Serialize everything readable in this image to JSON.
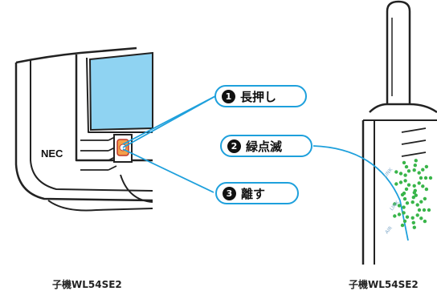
{
  "steps": [
    {
      "num": "1",
      "label": "長押し"
    },
    {
      "num": "2",
      "label": "緑点滅"
    },
    {
      "num": "3",
      "label": "離す"
    }
  ],
  "device_logo": "NEC",
  "captions": {
    "left": "子機WL54SE2",
    "right": "子機WL54SE2"
  },
  "colors": {
    "callout_line": "#1ea0dc",
    "screen": "#8fd3f2",
    "led_green": "#39b54a",
    "outline": "#222222"
  }
}
